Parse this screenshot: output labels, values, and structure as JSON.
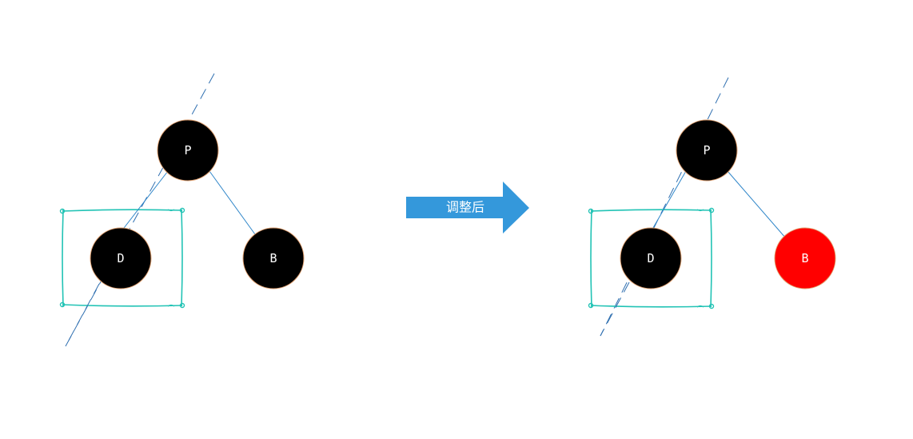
{
  "colors": {
    "black_node": "#000000",
    "red_node": "#ff0000",
    "node_stroke": "#e0a070",
    "edge": "#2f86c9",
    "dashed_axis": "#2f6fb0",
    "highlight_box": "#22c3b5",
    "arrow": "#3498db",
    "label_text": "#ffffff"
  },
  "arrow": {
    "label": "调整后"
  },
  "before": {
    "nodes": [
      {
        "id": "P",
        "label": "P",
        "color": "black"
      },
      {
        "id": "D",
        "label": "D",
        "color": "black"
      },
      {
        "id": "B",
        "label": "B",
        "color": "black"
      }
    ],
    "edges": [
      [
        "P",
        "D"
      ],
      [
        "P",
        "B"
      ]
    ],
    "highlighted": "D"
  },
  "after": {
    "nodes": [
      {
        "id": "P",
        "label": "P",
        "color": "black"
      },
      {
        "id": "D",
        "label": "D",
        "color": "black"
      },
      {
        "id": "B",
        "label": "B",
        "color": "red"
      }
    ],
    "edges": [
      [
        "P",
        "D"
      ],
      [
        "P",
        "B"
      ]
    ],
    "highlighted": "D"
  }
}
